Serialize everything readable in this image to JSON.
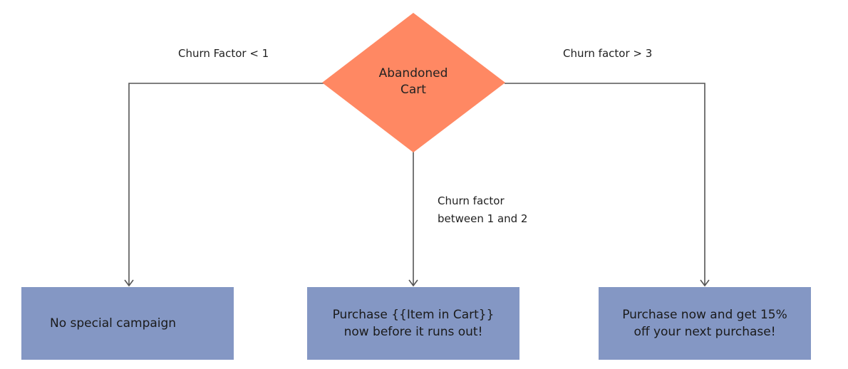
{
  "decision": {
    "line1": "Abandoned",
    "line2": "Cart"
  },
  "edges": {
    "left_label": "Churn Factor < 1",
    "right_label": "Churn factor > 3",
    "center_label_line1": "Churn factor",
    "center_label_line2": "between 1 and 2"
  },
  "outcomes": {
    "left": {
      "line1": "No special campaign"
    },
    "center": {
      "line1": "Purchase {{Item in Cart}}",
      "line2": "now before it runs out!"
    },
    "right": {
      "line1": "Purchase now and get 15%",
      "line2": "off your next purchase!"
    }
  },
  "colors": {
    "decision_fill": "#ff8863",
    "box_fill": "#8497c4",
    "line": "#555555"
  }
}
